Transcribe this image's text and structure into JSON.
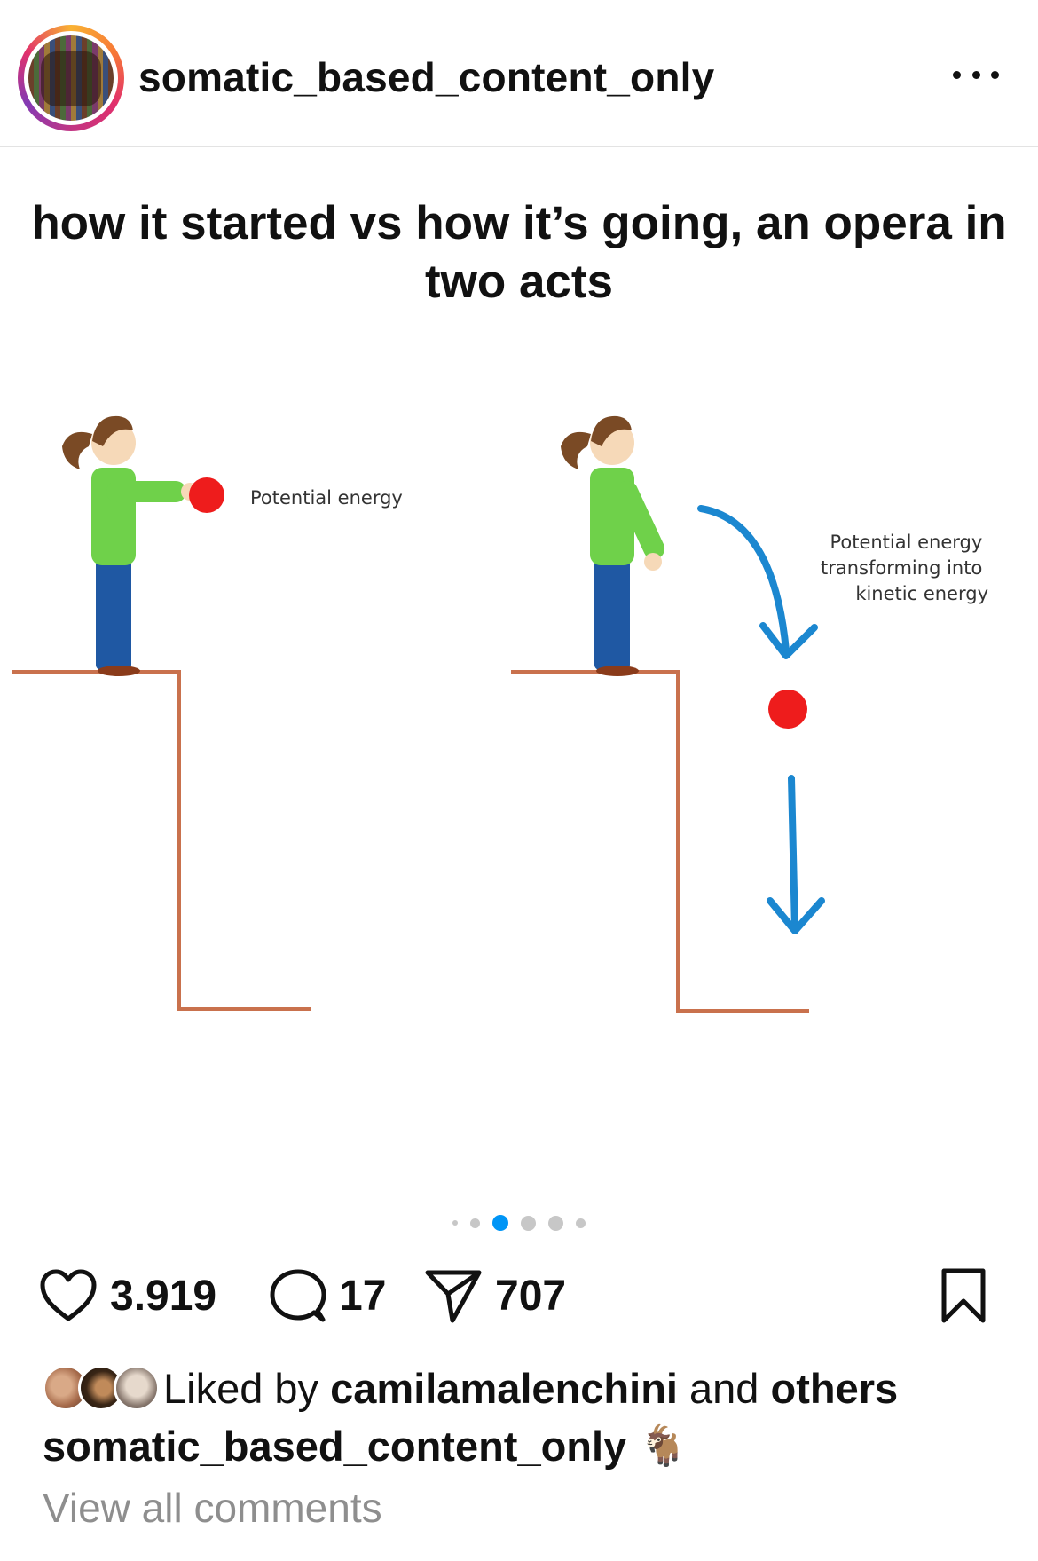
{
  "header": {
    "username": "somatic_based_content_only"
  },
  "post": {
    "caption_text": "how it started vs how it’s going, an opera in two acts",
    "left_label": "Potential energy",
    "right_label_lines": [
      "Potential energy",
      "transforming into",
      "kinetic energy"
    ],
    "colors": {
      "ball": "#ee1c1c",
      "arrow": "#1b87d0",
      "cliff": "#c9714d",
      "shirt": "#6fd14a",
      "pants": "#1f58a3",
      "hair": "#7a4a25",
      "skin": "#f6d9b8"
    }
  },
  "carousel": {
    "active_index": 2,
    "total": 6
  },
  "actions": {
    "likes_count": "3.919",
    "comments_count": "17",
    "shares_count": "707"
  },
  "likes": {
    "prefix": "Liked by",
    "user": "camilamalenchini",
    "middle": "and",
    "others": "others"
  },
  "caption": {
    "username": "somatic_based_content_only",
    "emoji": "🐐"
  },
  "comments": {
    "link_text": "View all comments"
  }
}
